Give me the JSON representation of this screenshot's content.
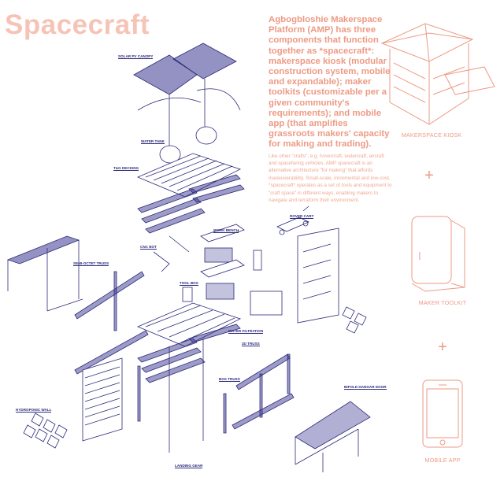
{
  "title": "Spacecraft",
  "lead_text": "Agbogbloshie Makerspace Platform (AMP) has three components that function together as *spacecraft*: makerspace kiosk (modular construction system, mobile and expandable); maker toolkits (customizable per a given community's requirements); and mobile app (that amplifies grassroots makers' capacity for making and trading).",
  "body_text": "Like other \"crafts\", e.g. hovercraft, watercraft, aircraft and spacefaring vehicles, AMP spacecraft is an alternative architecture \"for making\" that affords maneuverability. Small-scale, incremental and low-cost, *spacecraft* operates as a set of tools and equipment to \"craft space\" in different ways, enabling makers to navigate and terraform their environment.",
  "diagram_labels": {
    "solar_pv_canopy": "SOLAR PV CANOPY",
    "water_tank": "WATER TANK",
    "tg_decking": "T&G DECKING",
    "work_bench": "WORK BENCH",
    "cnc_bot": "CNC BOT",
    "semi_octet_truss": "SEMI-OCTET TRUSS",
    "tool_box": "TOOL BOX",
    "rover_cart": "ROVER CART",
    "water_filtration": "WATER FILTRATION",
    "truss_2d": "2D TRUSS",
    "box_truss": "BOX TRUSS",
    "hydroponic_wall": "HYDROPONIC WALL",
    "bifold_hangar_door": "BIFOLD HANGAR DOOR",
    "landing_gear": "LANDING GEAR"
  },
  "components": [
    {
      "label": "MAKERSPACE KIOSK"
    },
    {
      "label": "MAKER TOOLKIT"
    },
    {
      "label": "MOBILE APP"
    }
  ],
  "separator": "+",
  "colors": {
    "accent": "#ee9a84",
    "title": "#f6c4b6",
    "linework": "#2d2a7a"
  }
}
